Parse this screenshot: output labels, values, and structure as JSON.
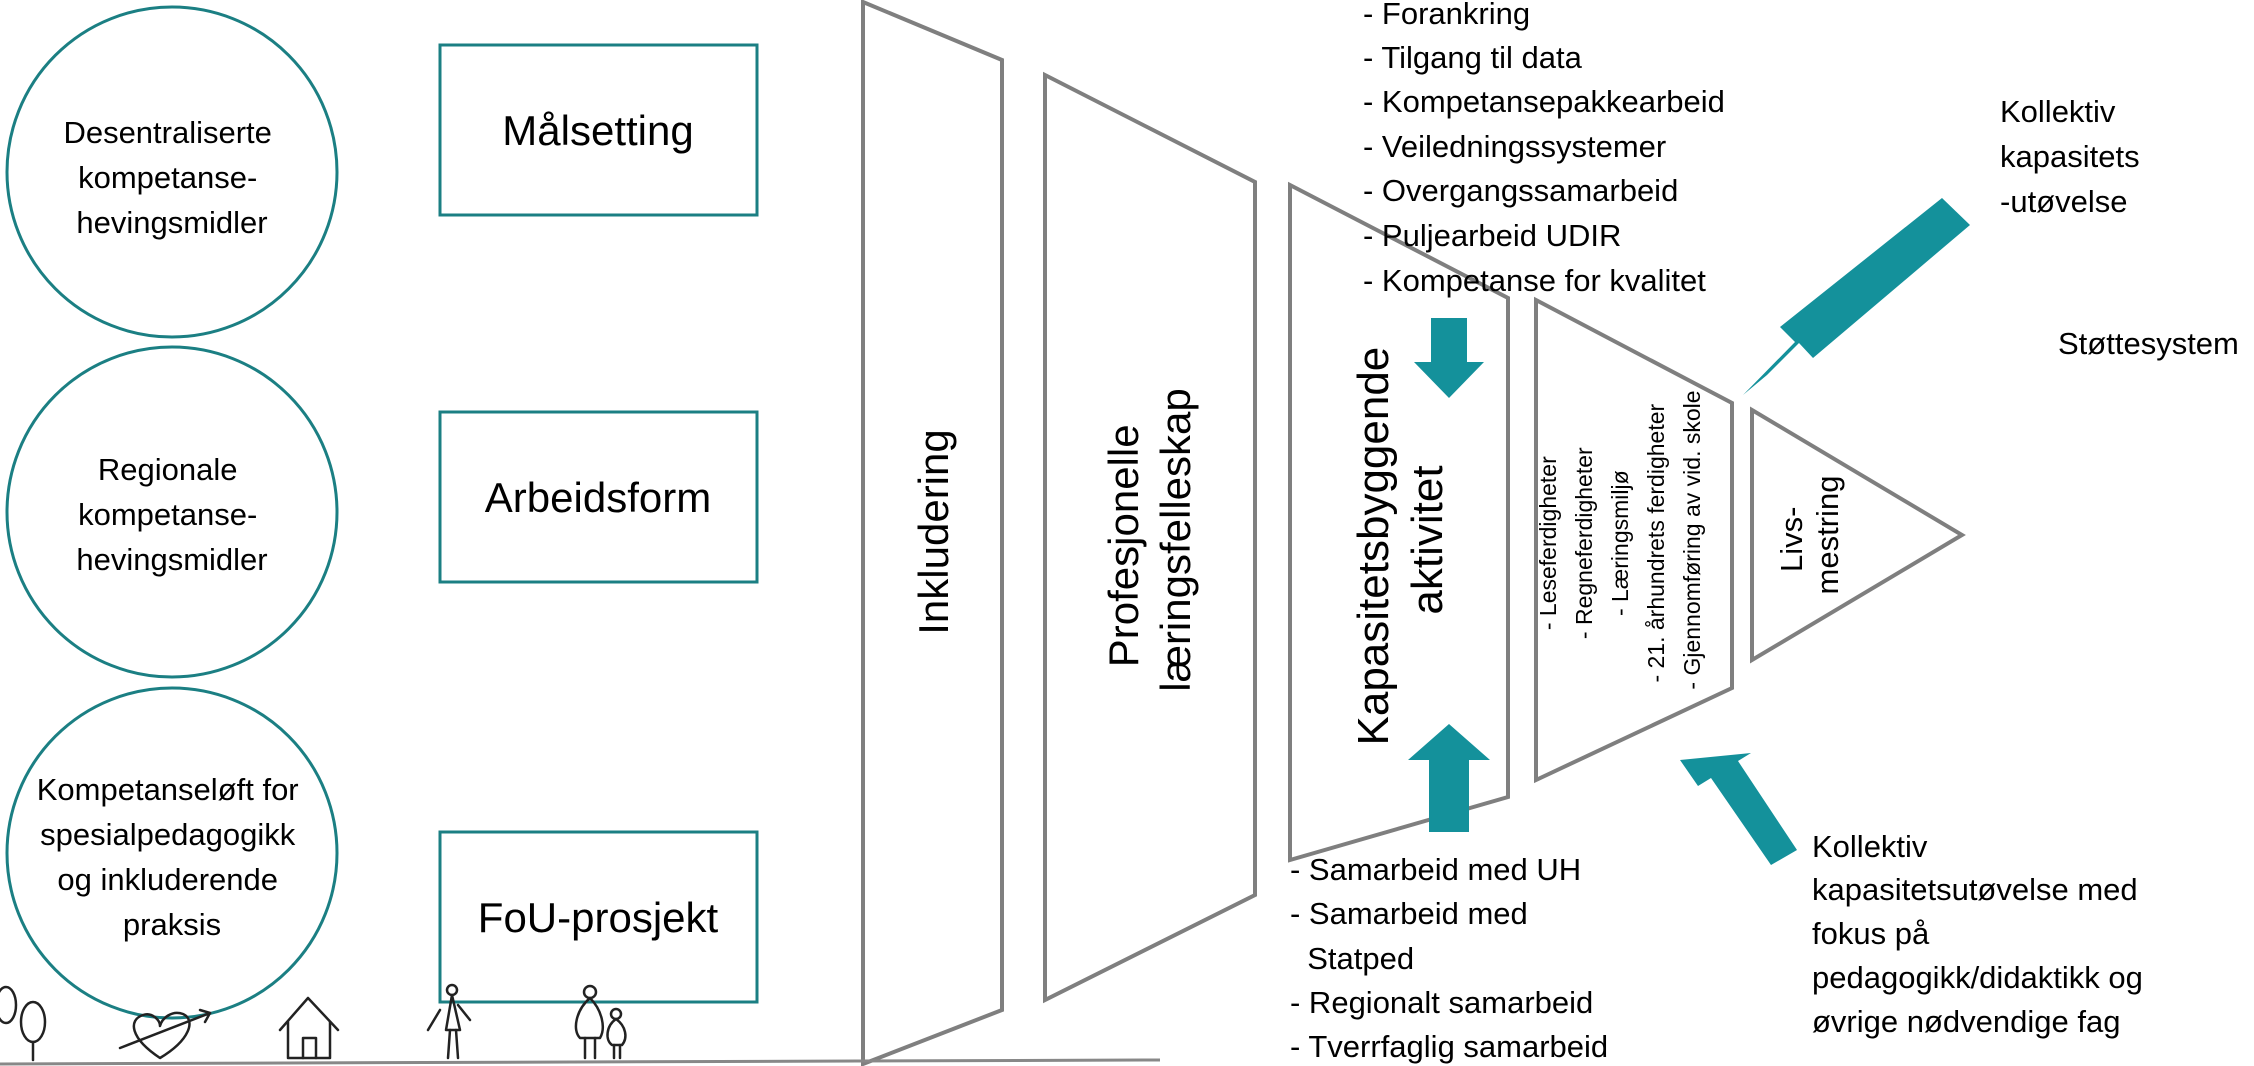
{
  "circles": [
    {
      "lines": [
        "Desentraliserte",
        "kompetanse-",
        "hevingsmidler"
      ]
    },
    {
      "lines": [
        "Regionale",
        "kompetanse-",
        "hevingsmidler"
      ]
    },
    {
      "lines": [
        "Kompetanseløft for",
        "spesialpedagogikk",
        "og inkluderende",
        "praksis"
      ]
    }
  ],
  "boxes": [
    {
      "label": "Målsetting"
    },
    {
      "label": "Arbeidsform"
    },
    {
      "label": "FoU-prosjekt"
    }
  ],
  "funnel": {
    "inkludering": "Inkludering",
    "profesjonelle": [
      "Profesjonelle",
      "læringsfelleskap"
    ],
    "kapasitet": [
      "Kapasitetsbyggende",
      "aktivitet"
    ],
    "skills": [
      "- Leseferdigheter",
      "-  Regneferdigheter",
      "- Læringsmiljø",
      "- 21. århundrets ferdigheter",
      "- Gjennomføring av vid. skole"
    ],
    "livsmestring": [
      "Livs-",
      "mestring"
    ]
  },
  "top_list": [
    "- Forankring",
    "- Tilgang til data",
    "- Kompetansepakkearbeid",
    "- Veiledningssystemer",
    "- Overgangssamarbeid",
    "- Puljearbeid UDIR",
    "- Kompetanse for kvalitet"
  ],
  "bottom_list": [
    "- Samarbeid med UH",
    "- Samarbeid med",
    "  Statped",
    "- Regionalt samarbeid",
    "- Tverrfaglig samarbeid"
  ],
  "callout_top": [
    "Kollektiv",
    "kapasitets",
    "-utøvelse"
  ],
  "stottesystem": "Støttesystem",
  "callout_bottom": [
    "Kollektiv",
    "kapasitetsutøvelse med",
    "fokus på",
    "pedagogikk/didaktikk og",
    "øvrige nødvendige fag"
  ],
  "colors": {
    "teal": "#14919b",
    "outline_teal": "#1b7f83",
    "outline_gray": "#7f7f7f"
  },
  "icons": [
    "tree-icon",
    "heart-arrow-icon",
    "house-icon",
    "person-icon",
    "family-icon"
  ]
}
